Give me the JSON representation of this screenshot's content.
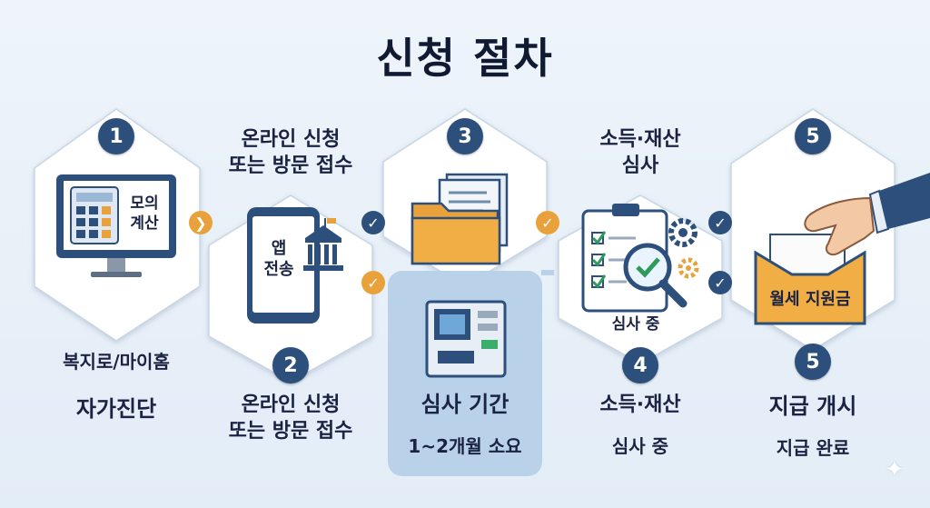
{
  "title": "신청 절차",
  "steps": {
    "s1": {
      "badge": "1",
      "top_text": "",
      "screen_text": "모의\n계산",
      "label1": "복지로/마이홈",
      "label2": "자가진단"
    },
    "s2": {
      "badge": "2",
      "top_text": "온라인 신청\n또는 방문 접수",
      "phone_text": "앱\n전송",
      "bottom_text": "온라인 신청\n또는 방문 접수"
    },
    "s3": {
      "badge": "3",
      "wait_title": "심사 기간",
      "wait_sub": "1~2개월 소요"
    },
    "s4": {
      "badge": "4",
      "top_text": "소득·재산\n심사",
      "inner_text": "심사 중",
      "bottom_line1": "소득·재산",
      "bottom_line2": "심사 중"
    },
    "s5": {
      "badge_top": "5",
      "badge_bottom": "5",
      "envelope_text": "월세 지원금",
      "bottom_line1": "지급 개시",
      "bottom_line2": "지급 완료"
    }
  },
  "colors": {
    "navy": "#2d4f7c",
    "orange": "#e9a23b",
    "light_blue": "#b9d2ea",
    "panel": "#ffffff"
  }
}
